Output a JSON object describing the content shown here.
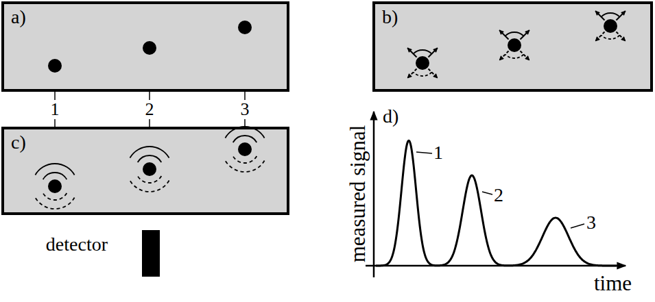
{
  "diagram": {
    "nodes": [
      {
        "text": [
          "a)"
        ]
      },
      {
        "text": [
          "b)"
        ]
      },
      {
        "text": [
          "c)"
        ]
      },
      {
        "text": [
          "detector"
        ]
      }
    ],
    "edges": [
      {
        "from": 0,
        "to": 2,
        "arrow": "none",
        "label": "1"
      },
      {
        "from": 0,
        "to": 2,
        "arrow": "none",
        "label": "2"
      },
      {
        "from": 0,
        "to": 2,
        "arrow": "none",
        "label": "3"
      }
    ],
    "labels": [
      "d)",
      "measured signal",
      "time",
      "1",
      "2",
      "3"
    ]
  }
}
